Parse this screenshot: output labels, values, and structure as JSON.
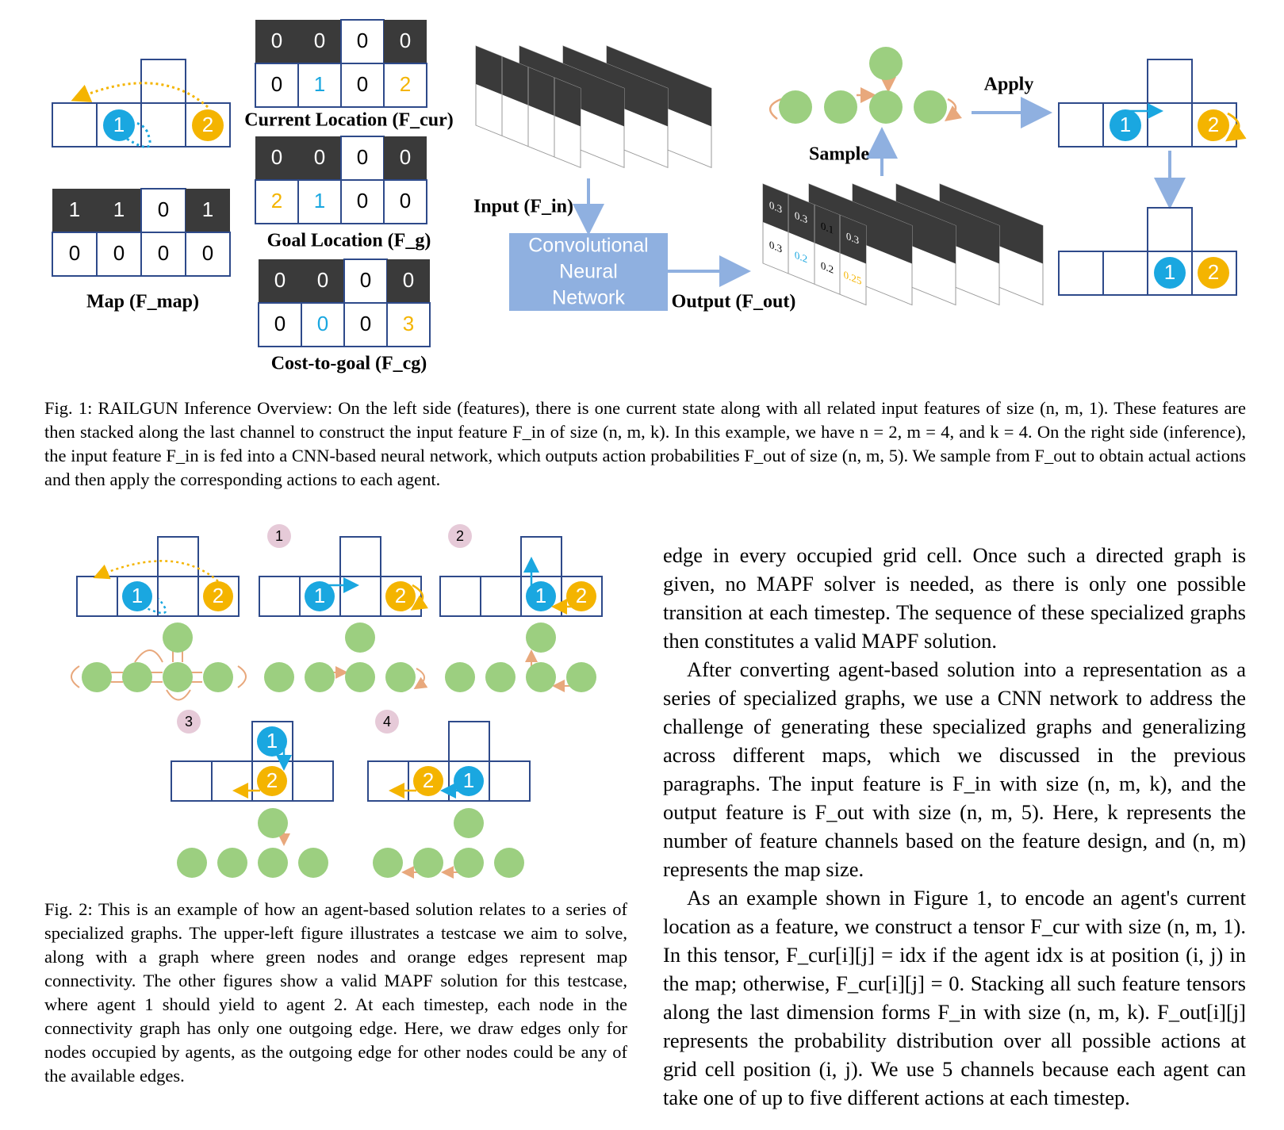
{
  "figure1": {
    "map_label": "Map (F_map)",
    "current_location_label": "Current Location (F_cur)",
    "goal_location_label": "Goal Location (F_g)",
    "cost_to_goal_label": "Cost-to-goal (F_cg)",
    "input_label": "Input (F_in)",
    "cnn_label_line1": "Convolutional",
    "cnn_label_line2": "Neural",
    "cnn_label_line3": "Network",
    "output_label": "Output (F_out)",
    "sample_label": "Sample",
    "apply_label": "Apply",
    "agent_1": "1",
    "agent_2": "2",
    "map_grid": [
      [
        "1",
        "1",
        "0",
        "1"
      ],
      [
        "0",
        "0",
        "0",
        "0"
      ]
    ],
    "current_grid": [
      [
        "0",
        "0",
        "0",
        "0"
      ],
      [
        "0",
        "1",
        "0",
        "2"
      ]
    ],
    "goal_grid": [
      [
        "0",
        "0",
        "0",
        "0"
      ],
      [
        "2",
        "1",
        "0",
        "0"
      ]
    ],
    "cost_grid": [
      [
        "0",
        "0",
        "0",
        "0"
      ],
      [
        "0",
        "0",
        "0",
        "3"
      ]
    ],
    "output_sheet_values": {
      "top": [
        "0.3",
        "0.3",
        "0.1",
        "0.3"
      ],
      "bottom": [
        "0.3",
        "0.2",
        "0.2",
        "0.25"
      ]
    },
    "colors": {
      "agent1": "#1aa7e0",
      "agent2": "#f4b400",
      "grid_border": "#2e4a8a",
      "dark_cell": "#3a3a3a",
      "node_green": "#9ccf80",
      "edge_orange": "#e8a87c",
      "cnn_box": "#8fb0e0",
      "arrow_blue": "#8fb0e0"
    }
  },
  "caption1": "Fig. 1: RAILGUN Inference Overview: On the left side (features), there is one current state along with all related input features of size (n, m, 1). These features are then stacked along the last channel to construct the input feature F_in of size (n, m, k). In this example, we have n = 2, m = 4, and k = 4. On the right side (inference), the input feature F_in is fed into a CNN-based neural network, which outputs action probabilities F_out of size (n, m, 5). We sample from F_out to obtain actual actions and then apply the corresponding actions to each agent.",
  "figure2": {
    "step_labels": [
      "1",
      "2",
      "3",
      "4"
    ]
  },
  "caption2": "Fig. 2: This is an example of how an agent-based solution relates to a series of specialized graphs. The upper-left figure illustrates a testcase we aim to solve, along with a graph where green nodes and orange edges represent map connectivity. The other figures show a valid MAPF solution for this testcase, where agent 1 should yield to agent 2. At each timestep, each node in the connectivity graph has only one outgoing edge. Here, we draw edges only for nodes occupied by agents, as the outgoing edge for other nodes could be any of the available edges.",
  "body": {
    "p1": "edge in every occupied grid cell. Once such a directed graph is given, no MAPF solver is needed, as there is only one possible transition at each timestep. The sequence of these specialized graphs then constitutes a valid MAPF solution.",
    "p2": "After converting agent-based solution into a representation as a series of specialized graphs, we use a CNN network to address the challenge of generating these specialized graphs and generalizing across different maps, which we discussed in the previous paragraphs. The input feature is F_in with size (n, m, k), and the output feature is F_out with size (n, m, 5). Here, k represents the number of feature channels based on the feature design, and (n, m) represents the map size.",
    "p3": "As an example shown in Figure 1, to encode an agent's current location as a feature, we construct a tensor F_cur with size (n, m, 1). In this tensor, F_cur[i][j] = idx if the agent idx is at position (i, j) in the map; otherwise, F_cur[i][j] = 0. Stacking all such feature tensors along the last dimension forms F_in with size (n, m, k). F_out[i][j] represents the probability distribution over all possible actions at grid cell position (i, j). We use 5 channels because each agent can take one of up to five different actions at each timestep."
  }
}
